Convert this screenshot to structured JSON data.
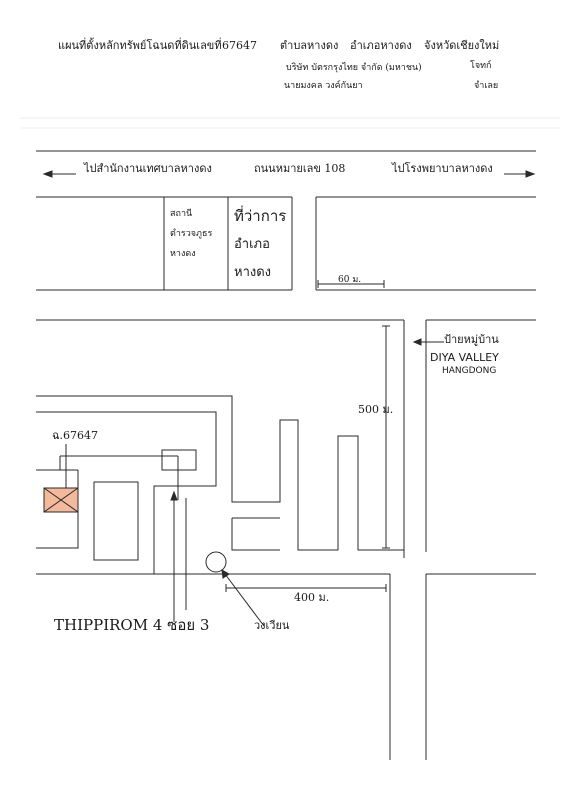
{
  "header": {
    "title": "แผนที่ตั้งหลักทรัพย์โฉนดที่ดินเลขที่",
    "deed_no": "67647",
    "subdistrict": "ตำบลหางดง",
    "district": "อำเภอหางดง",
    "province": "จังหวัดเชียงใหม่",
    "company": "บริษัท บัตรกรุงไทย จำกัด (มหาชน)",
    "company_right": "โจทก์",
    "person": "นายมงคล วงค์กันยา",
    "person_right": "จำเลย"
  },
  "main_road": {
    "left_direction": "ไปสำนักงานเทศบาลหางดง",
    "name": "ถนนหมายเลข 108",
    "right_direction": "ไปโรงพยาบาลหางดง"
  },
  "buildings": {
    "police": [
      "สถานี",
      "ตำรวจภูธร",
      "หางดง"
    ],
    "district_office": [
      "ที่ว่าการ",
      "อำเภอ",
      "หางดง"
    ]
  },
  "distances": {
    "d60": "60 ม.",
    "d500": "500 ม.",
    "d400": "400  ม."
  },
  "landmarks": {
    "village_sign": "ป้ายหมู่บ้าน",
    "village_name": "DIYA VALLEY",
    "village_sub": "HANGDONG",
    "plot_label": "ฉ.67647",
    "soi": "THIPPIROM 4 ซอย 3",
    "roundabout": "วงเวียน"
  },
  "colors": {
    "line": "#2a2a2a",
    "plot_fill": "#f4b89a",
    "faint": "#e2e2e2"
  }
}
